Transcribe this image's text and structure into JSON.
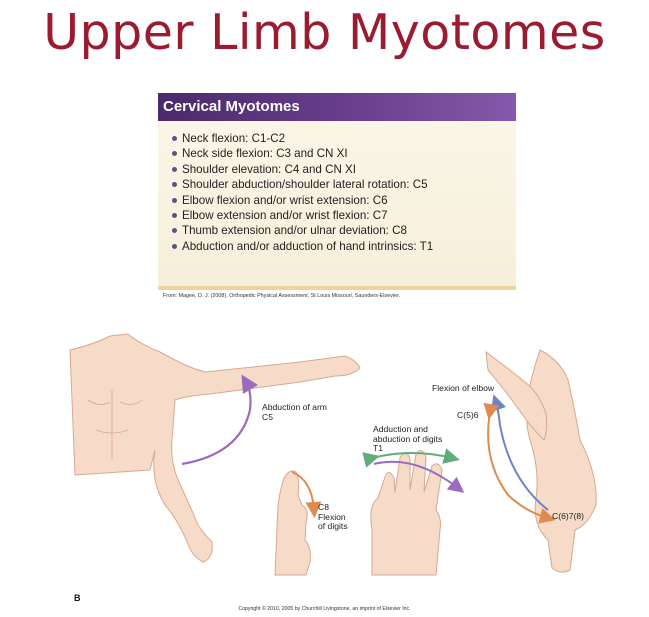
{
  "title": "Upper Limb Myotomes",
  "box": {
    "heading": "Cervical Myotomes",
    "items": [
      "Neck flexion: C1-C2",
      "Neck side flexion: C3 and CN XI",
      "Shoulder elevation: C4 and CN XI",
      "Shoulder abduction/shoulder lateral rotation: C5",
      "Elbow flexion and/or wrist extension: C6",
      "Elbow extension and/or wrist flexion: C7",
      "Thumb extension and/or ulnar deviation: C8",
      "Abduction and/or adduction of hand intrinsics: T1"
    ]
  },
  "source": "From: Magee, D. J. (2008). Orthopedic Physical Assessment. St Louis Missouri, Saunders-Elsevier.",
  "figure": {
    "abduction_line1": "Abduction of arm",
    "abduction_line2": "C5",
    "flexion_digits_line1": "C8",
    "flexion_digits_line2": "Flexion",
    "flexion_digits_line3": "of digits",
    "adduction_line1": "Adduction and",
    "adduction_line2": "abduction of digits",
    "adduction_line3": "T1",
    "elbow_title": "Flexion of elbow",
    "elbow_c56": "C(5)6",
    "elbow_c678": "C(6)7(8)",
    "panel_label": "B",
    "colors": {
      "purple": "#9b6bbf",
      "orange": "#e08a4e",
      "blue": "#6c83c9",
      "green": "#5fae7a",
      "skin": "#f6dcc8",
      "skin_line": "#d7a98e"
    }
  },
  "copyright": "Copyright © 2010, 2005 by Churchill Livingstone, an imprint of Elsevier Inc."
}
